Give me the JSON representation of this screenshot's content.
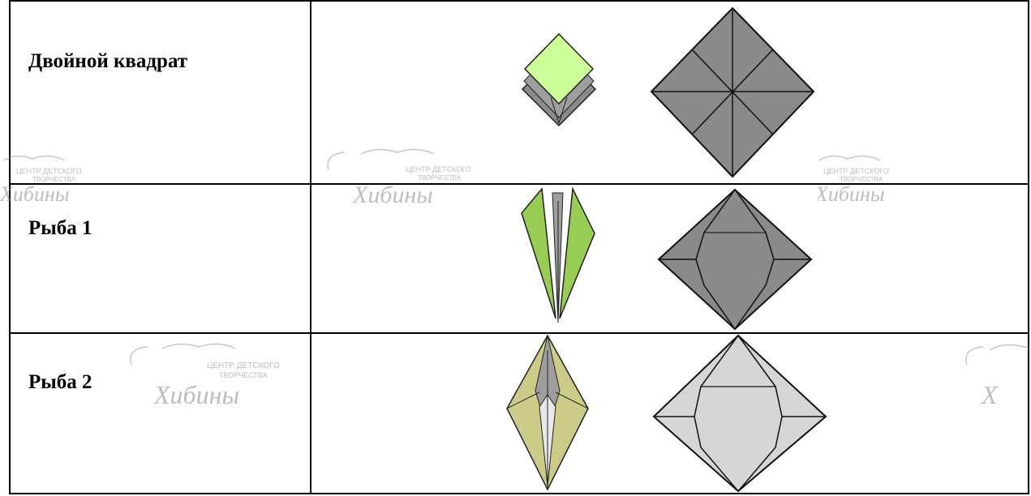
{
  "rows": [
    {
      "label": "Двойной квадрат"
    },
    {
      "label": "Рыба 1"
    },
    {
      "label": "Рыба 2"
    }
  ],
  "watermark": {
    "line1": "ЦЕНТР ДЕТСКОГО",
    "line2": "ТВОРЧЕСТВА",
    "script": "Хибины"
  },
  "colors": {
    "grey": "#8a8a8a",
    "light_green": "#ccff99",
    "green": "#99cc55",
    "olive": "#cccc88",
    "light_grey": "#d6d6d6"
  }
}
